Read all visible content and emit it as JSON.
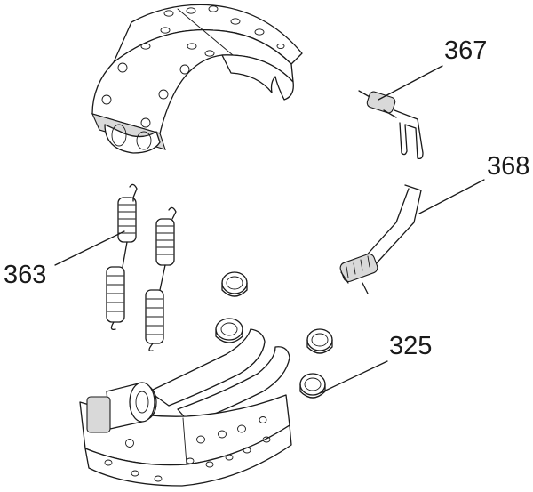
{
  "callouts": {
    "c367": "367",
    "c368": "368",
    "c363": "363",
    "c325": "325"
  }
}
